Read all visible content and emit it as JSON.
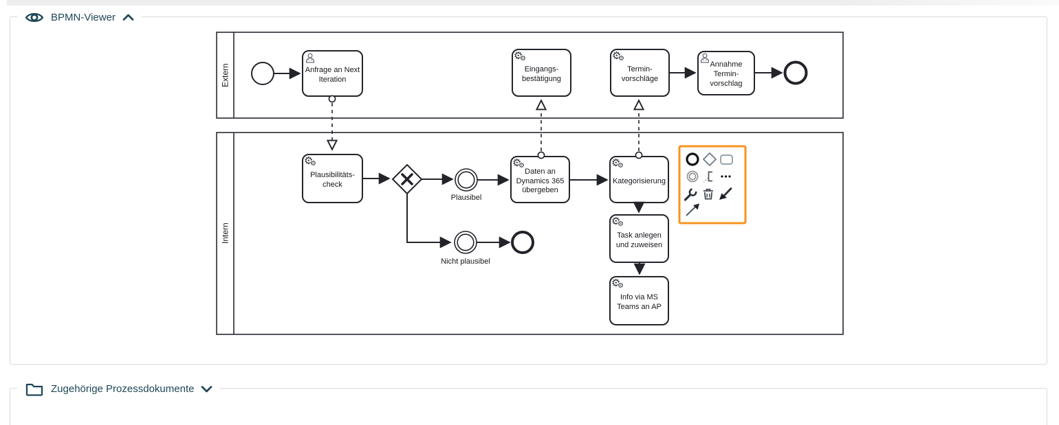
{
  "viewer_panel": {
    "title": "BPMN-Viewer",
    "state": "expanded",
    "title_color": "#1e4756",
    "border_color": "#d9d9d9"
  },
  "documents_panel": {
    "title": "Zugehörige Prozessdokumente",
    "state": "collapsed"
  },
  "icons": {
    "eye": "eye-outline-svg",
    "folder": "folder-outline-svg",
    "chevron_up": "collapse-chevron-svg",
    "chevron_down": "expand-chevron-svg",
    "service_task_gear": "⚙",
    "user_task": "person-outline-svg"
  },
  "diagram": {
    "stroke_color": "#22242a",
    "palette_highlight_color": "#f7931e",
    "lanes": [
      {
        "label": "Extern"
      },
      {
        "label": "Intern"
      }
    ],
    "tasks": {
      "anfrage": {
        "label": "Anfrage an Next Iteration",
        "type": "user-task"
      },
      "eingang": {
        "label": "Eingangs-bestätigung",
        "type": "service-task"
      },
      "termin": {
        "label": "Termin-vorschläge",
        "type": "service-task"
      },
      "annahme": {
        "label": "Annahme Termin-vorschlag",
        "type": "user-task"
      },
      "plausicheck": {
        "label": "Plausibilitäts-check",
        "type": "service-task"
      },
      "daten": {
        "label": "Daten an Dynamics 365 übergeben",
        "type": "service-task"
      },
      "kategorisierung": {
        "label": "Kategorisierung",
        "type": "service-task"
      },
      "task_anlegen": {
        "label": "Task anlegen und zuweisen",
        "type": "service-task"
      },
      "info_teams": {
        "label": "Info via MS Teams an AP",
        "type": "service-task"
      }
    },
    "events": {
      "plausibel_label": "Plausibel",
      "nicht_plausibel_label": "Nicht plausibel"
    },
    "gateway": "exclusive-gateway-x",
    "palette_icons": [
      "end-event",
      "gateway",
      "task",
      "intermediate-event",
      "text-annotation",
      "more-options",
      "wrench",
      "delete-trash",
      "color-brush",
      "connect-arrow"
    ]
  }
}
